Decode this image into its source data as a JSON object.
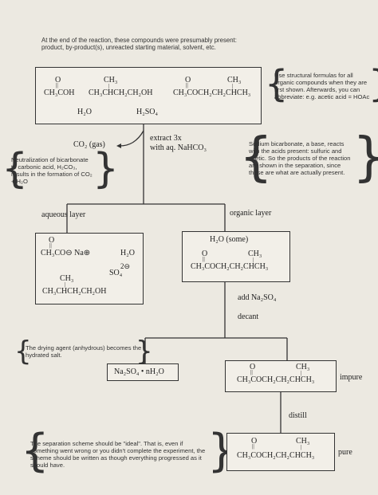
{
  "intro": {
    "line1": "At the end of the reaction, these compounds were presumably present:",
    "line2": "product, by-product(s), unreacted starting material, solvent, etc."
  },
  "reaction_box": {
    "acetic_o": "O",
    "acetic_bond": "||",
    "acetic": "CH₃COH",
    "alcohol_branch": "CH₃",
    "alcohol_bond": "|",
    "alcohol": "CH₃CHCH₂CH₂OH",
    "ester_o": "O",
    "ester_bond": "||",
    "ester_branch": "CH₃",
    "ester_branch_bond": "|",
    "ester": "CH₃COCH₂CH₂CHCH₃",
    "water": "H₂O",
    "sulfuric": "H₂SO₄"
  },
  "note_formulas": "Use structural formulas for all organic compounds when they are first shown. Afterwards, you can abbreviate: e.g. acetic acid = HOAc",
  "co2_gas": "CO₂ (gas)",
  "extract_line1": "extract 3x",
  "extract_line2": "with aq. NaHCO₃",
  "note_neutralization": "Neutralization of bicarbonate to carbonic acid, H₂CO₃, results in the formation of CO₂ + H₂O",
  "note_bicarbonate": "Sodium bicarbonate, a base, reacts with the acids present: sulfuric and acetic. So the products of the reaction are shown in the separation, since these are what are actually present.",
  "aqueous_label": "aqueous layer",
  "organic_label": "organic layer",
  "aqueous_box": {
    "acetate_o": "O",
    "acetate_bond": "||",
    "acetate": "CH₃CO⊖ Na⊕",
    "water": "H₂O",
    "sulfate_charge": "2⊖",
    "sulfate": "SO₄",
    "alcohol_branch": "CH₃",
    "alcohol_bond": "|",
    "alcohol": "CH₃CHCH₂CH₂OH"
  },
  "organic_box": {
    "water": "H₂O (some)",
    "ester_o": "O",
    "ester_bond": "||",
    "ester_branch": "CH₃",
    "ester_branch_bond": "|",
    "ester": "CH₃COCH₂CH₂CHCH₃"
  },
  "add_na2so4": "add Na₂SO₄",
  "decant": "decant",
  "note_drying": "The drying agent (anhydrous) becomes the hydrated salt.",
  "hydrated_salt": "Na₂SO₄ • nH₂O",
  "impure_box": {
    "ester_o": "O",
    "ester_bond": "||",
    "ester_branch": "CH₃",
    "ester_branch_bond": "|",
    "ester": "CH₃COCH₂CH₂CHCH₃"
  },
  "impure_label": "impure",
  "distill": "distill",
  "note_ideal": "The separation scheme should be \"ideal\". That is, even if something went wrong or you didn't complete the experiment, the scheme should be written as though everything progressed as it should have.",
  "pure_box": {
    "ester_o": "O",
    "ester_bond": "||",
    "ester_branch": "CH₃",
    "ester_branch_bond": "|",
    "ester": "CH₃COCH₂CH₂CHCH₃"
  },
  "pure_label": "pure"
}
